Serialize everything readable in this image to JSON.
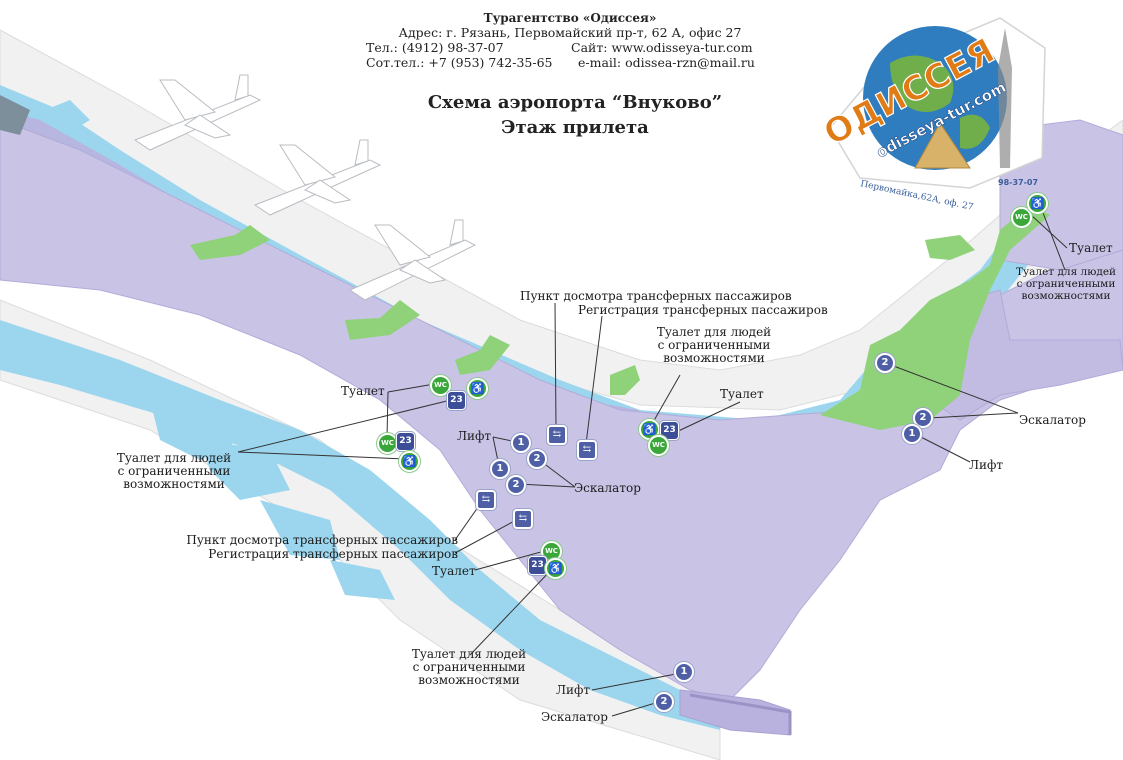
{
  "header": {
    "agency": "Турагентство «Одиссея»",
    "address": "Адрес: г. Рязань, Первомайский пр-т, 62 А, офис 27",
    "phone": "Тел.: (4912) 98-37-07",
    "site": "Сайт: www.odisseya-tur.com",
    "mobile": "Сот.тел.: +7 (953) 742-35-65",
    "email": "e-mail: odissea-rzn@mail.ru"
  },
  "title": {
    "line1": "Схема аэропорта “Внуково”",
    "line2": "Этаж прилета"
  },
  "logo": {
    "wordmark": "ОДИССЕЯ",
    "site": "odisseya-tur.com",
    "address": "Первомайка,62А, оф. 27",
    "phone": "98-37-07"
  },
  "labels": {
    "transfer_check_top": "Пункт досмотра трансферных пассажиров",
    "transfer_reg_top": "Регистрация трансферных пассажиров",
    "toilet_dis_top_1": "Туалет для людей",
    "toilet_dis_top_2": "с ограниченными",
    "toilet_dis_top_3": "возможностями",
    "toilet_top": "Туалет",
    "toilet_left": "Туалет",
    "toilet_dis_left_1": "Туалет для людей",
    "toilet_dis_left_2": "с ограниченными",
    "toilet_dis_left_3": "возможностями",
    "lift_center": "Лифт",
    "escalator_center": "Эскалатор",
    "transfer_check_left": "Пункт досмотра трансферных пассажиров",
    "transfer_reg_left": "Регистрация трансферных пассажиров",
    "toilet_lower": "Туалет",
    "toilet_dis_lower_1": "Туалет для людей",
    "toilet_dis_lower_2": "с ограниченными",
    "toilet_dis_lower_3": "возможностями",
    "lift_bottom": "Лифт",
    "escalator_bottom": "Эскалатор",
    "toilet_right": "Туалет",
    "toilet_dis_right_1": "Туалет для людей",
    "toilet_dis_right_2": "с ограниченными",
    "toilet_dis_right_3": "возможностями",
    "escalator_right": "Эскалатор",
    "lift_right": "Лифт"
  },
  "icons": {
    "lift_num": "1",
    "escalator_num": "2",
    "gate_num": "23",
    "wc": "WC",
    "wheelchair": "♿",
    "check": "⇆"
  },
  "colors": {
    "terminal": "#c9c3e6",
    "apron": "#9cd6ee",
    "green": "#8fd27a",
    "road": "#eeeeee",
    "icon_blue": "#4f5fa6",
    "icon_green": "#3ba63a"
  }
}
